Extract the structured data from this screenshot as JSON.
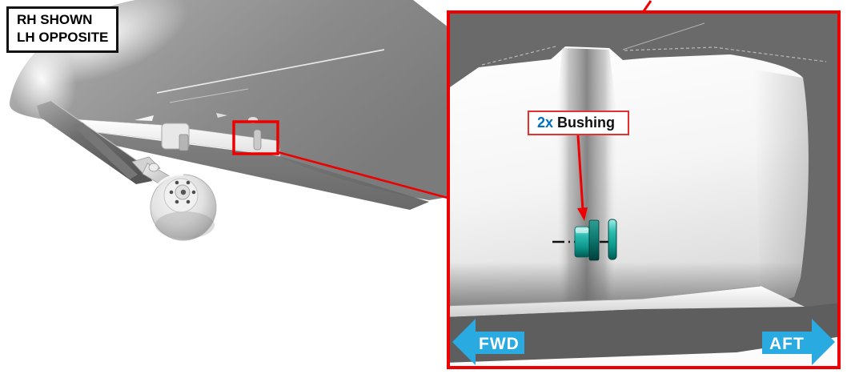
{
  "overview": {
    "note": {
      "line1": "RH SHOWN",
      "line2": "LH OPPOSITE"
    }
  },
  "detail": {
    "callout": {
      "quantity": "2x",
      "label": "Bushing"
    },
    "direction": {
      "forward": "FWD",
      "aft": "AFT"
    }
  },
  "colors": {
    "annotation_red": "#ee0000",
    "direction_arrow_cyan": "#29abe2",
    "callout_quantity_blue": "#0070c0",
    "bushing_teal": "#00a99d",
    "detail_background_gray": "#6a6a6a"
  }
}
